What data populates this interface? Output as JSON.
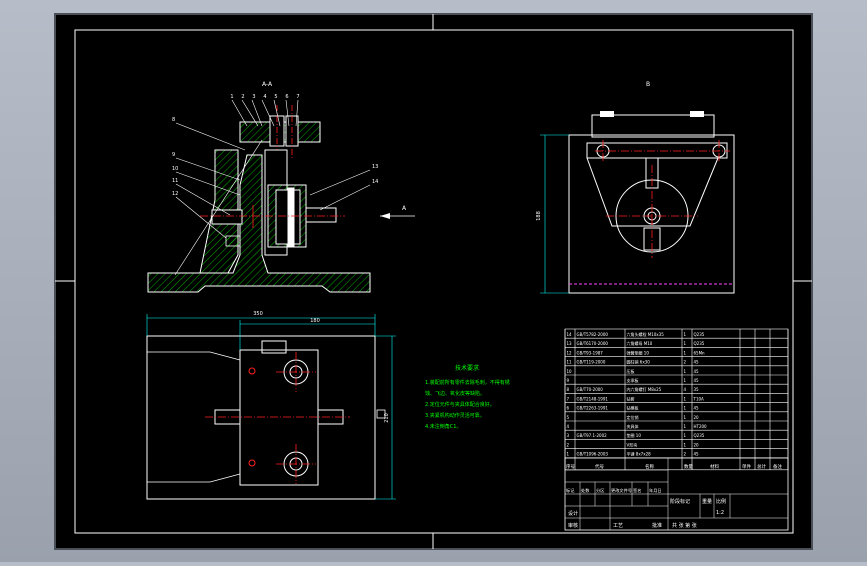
{
  "colors": {
    "frame": "#4a4f58",
    "paper": "#000000",
    "line": "#ffffff",
    "hatch": "#00ff00",
    "center": "#ff2020",
    "dim": "#00ffff",
    "table": "#ffffff",
    "part_num": "#ffffff",
    "magenta": "#ff40ff",
    "notes": "#00ff00"
  },
  "drawing": {
    "view_labels": {
      "section": "A-A",
      "left_view": "B",
      "direction_arrow": "A"
    },
    "balloons_top": [
      "1",
      "2",
      "3",
      "4",
      "5",
      "6",
      "7"
    ],
    "balloons_left": [
      "8",
      "9",
      "10",
      "11",
      "12"
    ],
    "balloons_right": [
      "13",
      "14"
    ],
    "dimensions": {
      "plan_width": "350",
      "plan_inner": "180",
      "plan_height": "210",
      "side_height": "188"
    },
    "notes": {
      "title": "技术要求",
      "lines": [
        "1.装配前所有零件去除毛刺，不得有锈",
        "蚀、飞边、氧化皮等缺陷。",
        "2.定位元件与夹具体配合良好。",
        "3.夹紧机构动作灵活可靠。",
        "4.未注倒角C1。"
      ]
    }
  },
  "bom": {
    "rows": [
      [
        "14",
        "GB/T5782-2000",
        "六角头螺栓 M10x35",
        "1",
        "Q235"
      ],
      [
        "13",
        "GB/T6170-2000",
        "六角螺母 M10",
        "1",
        "Q235"
      ],
      [
        "12",
        "GB/T93-1987",
        "弹簧垫圈 10",
        "1",
        "65Mn"
      ],
      [
        "11",
        "GB/T119-2000",
        "圆柱销 6x30",
        "2",
        "45"
      ],
      [
        "10",
        "",
        "压板",
        "1",
        "45"
      ],
      [
        "9",
        "",
        "支承板",
        "1",
        "45"
      ],
      [
        "8",
        "GB/T70-2000",
        "内六角螺钉 M8x25",
        "4",
        "35"
      ],
      [
        "7",
        "GB/T2148-1991",
        "钻套",
        "1",
        "T10A"
      ],
      [
        "6",
        "GB/T2263-1991",
        "钻模板",
        "1",
        "45"
      ],
      [
        "5",
        "",
        "定位销",
        "1",
        "20"
      ],
      [
        "4",
        "",
        "夹具体",
        "1",
        "HT200"
      ],
      [
        "3",
        "GB/T97.1-2002",
        "垫圈 10",
        "1",
        "Q235"
      ],
      [
        "2",
        "",
        "V形块",
        "1",
        "20"
      ],
      [
        "1",
        "GB/T1096-2003",
        "平键 8x7x28",
        "2",
        "45"
      ]
    ],
    "header": [
      "序号",
      "代号",
      "名称",
      "数量",
      "材料",
      "单件",
      "总计",
      "备注"
    ],
    "title_block": {
      "labels": [
        "标记",
        "处数",
        "分区",
        "更改文件号",
        "签名",
        "年月日"
      ],
      "design": "设计",
      "audit": "审核",
      "craft": "工艺",
      "stage": "阶段标记",
      "weight": "重量",
      "scale": "比例",
      "scale_value": "1:2",
      "sheet": "共 张 第 张",
      "approve": "批准"
    }
  }
}
